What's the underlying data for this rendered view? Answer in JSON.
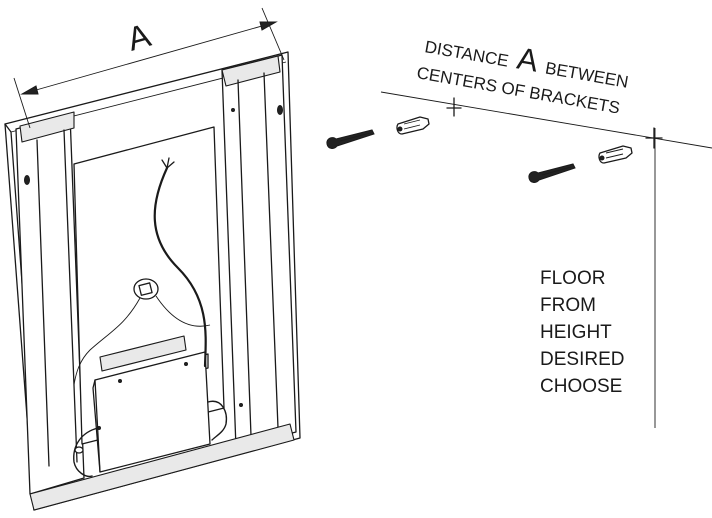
{
  "dimension_label": "A",
  "distance_note": {
    "line1_prefix": "DISTANCE",
    "line1_letter": "A",
    "line1_suffix": "BETWEEN",
    "line2": "CENTERS OF BRACKETS"
  },
  "height_note": [
    "FLOOR",
    "FROM",
    "HEIGHT",
    "DESIRED",
    "CHOOSE"
  ]
}
